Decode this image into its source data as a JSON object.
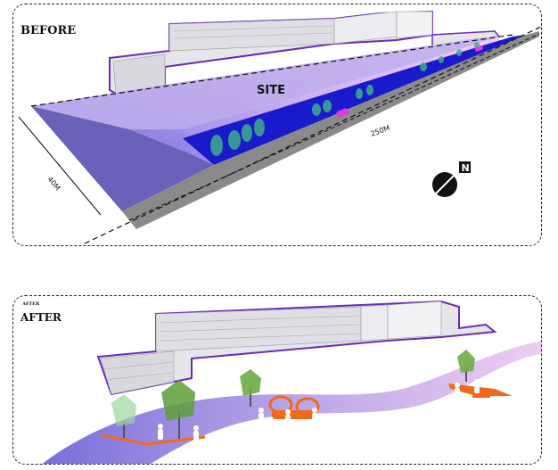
{
  "before": {
    "title": "BEFORE",
    "site_label": "SITE",
    "length_label": "250M",
    "width_label": "40M",
    "north_label": "N"
  },
  "after": {
    "small_label": "AFTER",
    "title": "AFTER"
  },
  "colors": {
    "site_purple": "#8c7fe0",
    "pink": "#f0b0e8",
    "water_blue": "#1a1acd",
    "road_gray": "#8a8a8a",
    "building": "#e6e6ea",
    "outline_purple": "#6a2ab8",
    "tree_green": "#3fae8c",
    "orange": "#f06a1a"
  }
}
